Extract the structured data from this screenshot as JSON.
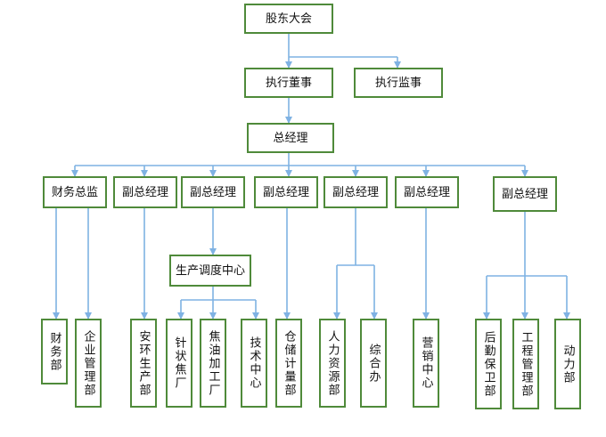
{
  "nodes": {
    "shareholders": "股东大会",
    "exec_director": "执行董事",
    "exec_supervisor": "执行监事",
    "gm": "总经理",
    "cfo": "财务总监",
    "vp1": "副总经理",
    "vp2": "副总经理",
    "vp3": "副总经理",
    "vp4": "副总经理",
    "vp5": "副总经理",
    "vp6": "副总经理",
    "dispatch": "生产调度中心",
    "finance": "财务部",
    "enterprise_mgmt": "企业管理部",
    "safety_env": "安环生产部",
    "needle_coke": "针状焦厂",
    "tar_processing": "焦油加工厂",
    "tech_center": "技术中心",
    "storage_metering": "仓储计量部",
    "hr": "人力资源部",
    "general_office": "综合办",
    "marketing": "营销中心",
    "logistics": "后勤保卫部",
    "engineering": "工程管理部",
    "power": "动力部"
  },
  "colors": {
    "connector": "#7fb2e3",
    "box_border": "#4f8a3a"
  }
}
